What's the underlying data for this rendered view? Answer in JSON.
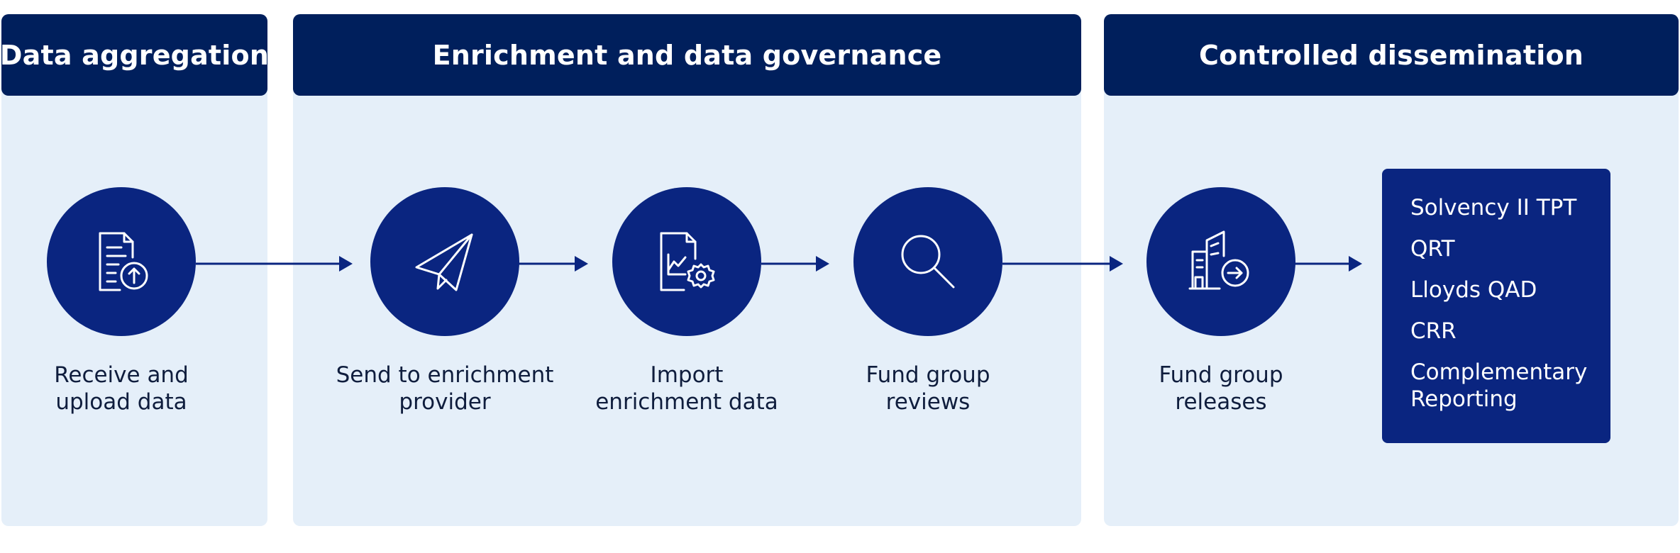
{
  "colors": {
    "header_bg": "#001f5c",
    "panel_bg": "#e5eff9",
    "circle_bg": "#0a2580",
    "arrow": "#0a2580",
    "label_text": "#0f1d3d"
  },
  "stages": [
    {
      "title": "Data aggregation"
    },
    {
      "title": "Enrichment and data governance"
    },
    {
      "title": "Controlled dissemination"
    }
  ],
  "steps": [
    {
      "icon": "document-upload-icon",
      "label_lines": [
        "Receive and",
        "upload data"
      ]
    },
    {
      "icon": "paper-plane-icon",
      "label_lines": [
        "Send to enrichment",
        "provider"
      ]
    },
    {
      "icon": "document-chart-gear-icon",
      "label_lines": [
        "Import",
        "enrichment data"
      ]
    },
    {
      "icon": "magnifier-icon",
      "label_lines": [
        "Fund group",
        "reviews"
      ]
    },
    {
      "icon": "building-arrow-icon",
      "label_lines": [
        "Fund group",
        "releases"
      ]
    }
  ],
  "outputs": [
    [
      "Solvency II TPT"
    ],
    [
      "QRT"
    ],
    [
      "Lloyds QAD"
    ],
    [
      "CRR"
    ],
    [
      "Complementary",
      "Reporting"
    ]
  ]
}
